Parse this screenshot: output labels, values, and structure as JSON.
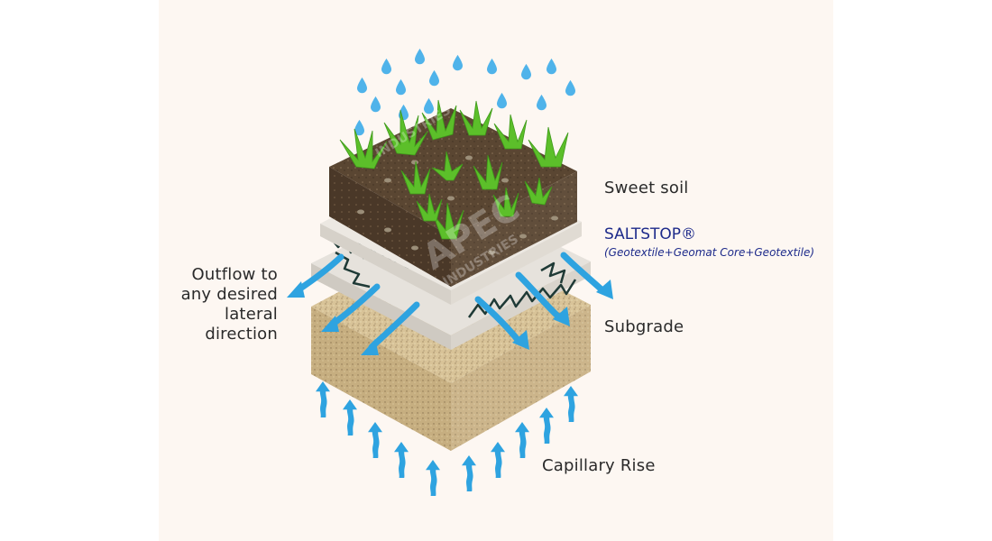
{
  "diagram": {
    "colors": {
      "background_panel": "#fdf7f2",
      "water_blue": "#2ea3e0",
      "soil_brown": "#5a4632",
      "plant_green": "#5cbf2a",
      "geotextile_grey": "#e6e2dc",
      "subgrade_sand": "#d8c398",
      "saltstop_text": "#1d2a8a",
      "label_text": "#2a2a2a"
    },
    "watermark": "APEC INDUSTRIES",
    "labels": {
      "sweet_soil": "Sweet soil",
      "saltstop_title": "SALTSTOP®",
      "saltstop_subtitle": "(Geotextile+Geomat Core+Geotextile)",
      "outflow_line1": "Outflow to",
      "outflow_line2": "any desired",
      "outflow_line3": "lateral",
      "outflow_line4": "direction",
      "subgrade": "Subgrade",
      "capillary_rise": "Capillary Rise"
    },
    "layers": [
      {
        "name": "Sweet soil",
        "order": 1
      },
      {
        "name": "SALTSTOP® (Geotextile+Geomat Core+Geotextile)",
        "order": 2
      },
      {
        "name": "Subgrade",
        "order": 3
      }
    ],
    "flows": [
      {
        "name": "Rain",
        "direction": "down"
      },
      {
        "name": "Outflow to any desired lateral direction",
        "direction": "lateral"
      },
      {
        "name": "Capillary Rise",
        "direction": "up"
      }
    ]
  }
}
